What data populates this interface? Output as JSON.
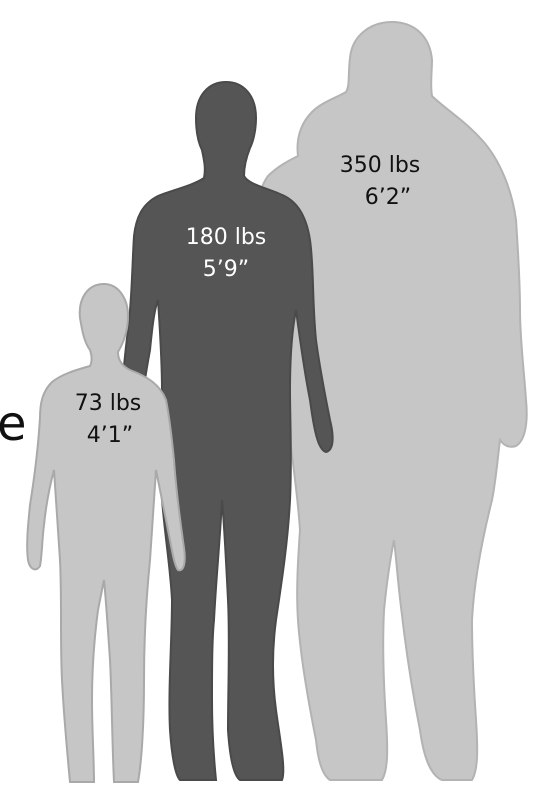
{
  "figures": [
    {
      "id": "large-adult",
      "weight": "350 lbs",
      "height": "6’2”",
      "color": "#c6c6c6",
      "outline": "#b3b3b3"
    },
    {
      "id": "average-adult",
      "weight": "180 lbs",
      "height": "5’9”",
      "color": "#555555",
      "outline": "#4a4a4a"
    },
    {
      "id": "child",
      "weight": "73 lbs",
      "height": "4’1”",
      "color": "#c6c6c6",
      "outline": "#a9a9a9"
    }
  ],
  "left_edge_text": "e"
}
